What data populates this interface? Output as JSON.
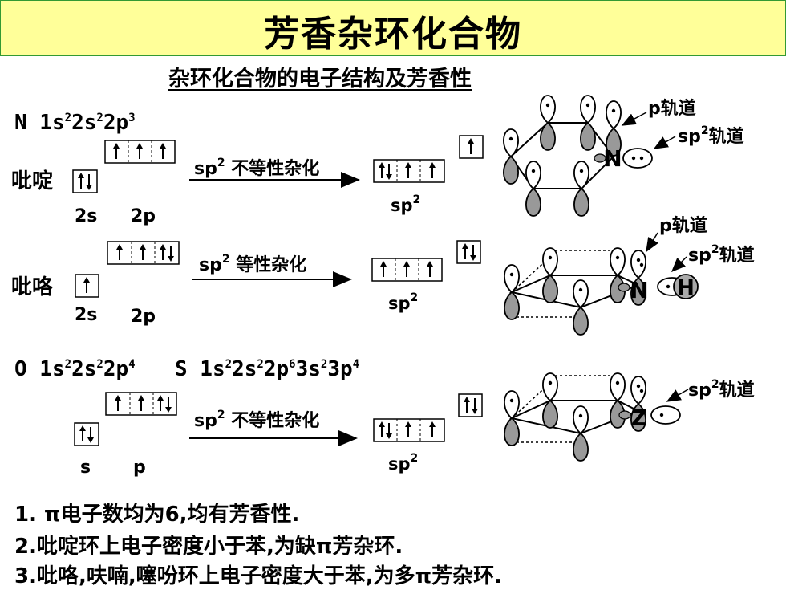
{
  "title": "芳香杂环化合物",
  "subtitle": "杂环化合物的电子结构及芳香性",
  "n_config": {
    "prefix": "N 1s",
    "a": "2",
    "b": "2s",
    "c": "2",
    "d": "2p",
    "e": "3"
  },
  "pyridine": {
    "name": "吡啶",
    "label_2s": "2s",
    "label_2p": "2p",
    "arrow_text": "sp",
    "arrow_sup": "2",
    "arrow_rest": " 不等性杂化",
    "hybrid_label": "sp",
    "hybrid_sup": "2",
    "p_orbital_label": "p轨道",
    "sp2_label_a": "sp",
    "sp2_label_sup": "2",
    "sp2_label_b": "轨道",
    "atom": "N"
  },
  "pyrrole": {
    "name": "吡咯",
    "label_2s": "2s",
    "label_2p": "2p",
    "arrow_text": "sp",
    "arrow_sup": "2",
    "arrow_rest": " 等性杂化",
    "hybrid_label": "sp",
    "hybrid_sup": "2",
    "p_orbital_label": "p轨道",
    "sp2_label_a": "sp",
    "sp2_label_sup": "2",
    "sp2_label_b": "轨道",
    "atom": "N",
    "h_atom": "H"
  },
  "os_config": {
    "o_prefix": "O 1s",
    "o1": "2",
    "o2": "2s",
    "o3": "2",
    "o4": "2p",
    "o5": "4",
    "s_prefix": "S 1s",
    "s1": "2",
    "s2": "2s",
    "s3": "2",
    "s4": "2p",
    "s5": "6",
    "s6": "3s",
    "s7": "2",
    "s8": "3p",
    "s9": "4"
  },
  "furan": {
    "label_s": "s",
    "label_p": "p",
    "arrow_text": "sp",
    "arrow_sup": "2",
    "arrow_rest": " 不等性杂化",
    "hybrid_label": "sp",
    "hybrid_sup": "2",
    "sp2_label_a": "sp",
    "sp2_label_sup": "2",
    "sp2_label_b": "轨道",
    "atom": "Z"
  },
  "notes": [
    "1. π电子数均为6,均有芳香性.",
    "2.吡啶环上电子密度小于苯,为缺π芳杂环.",
    "3.吡咯,呋喃,噻吩环上电子密度大于苯,为多π芳杂环."
  ]
}
